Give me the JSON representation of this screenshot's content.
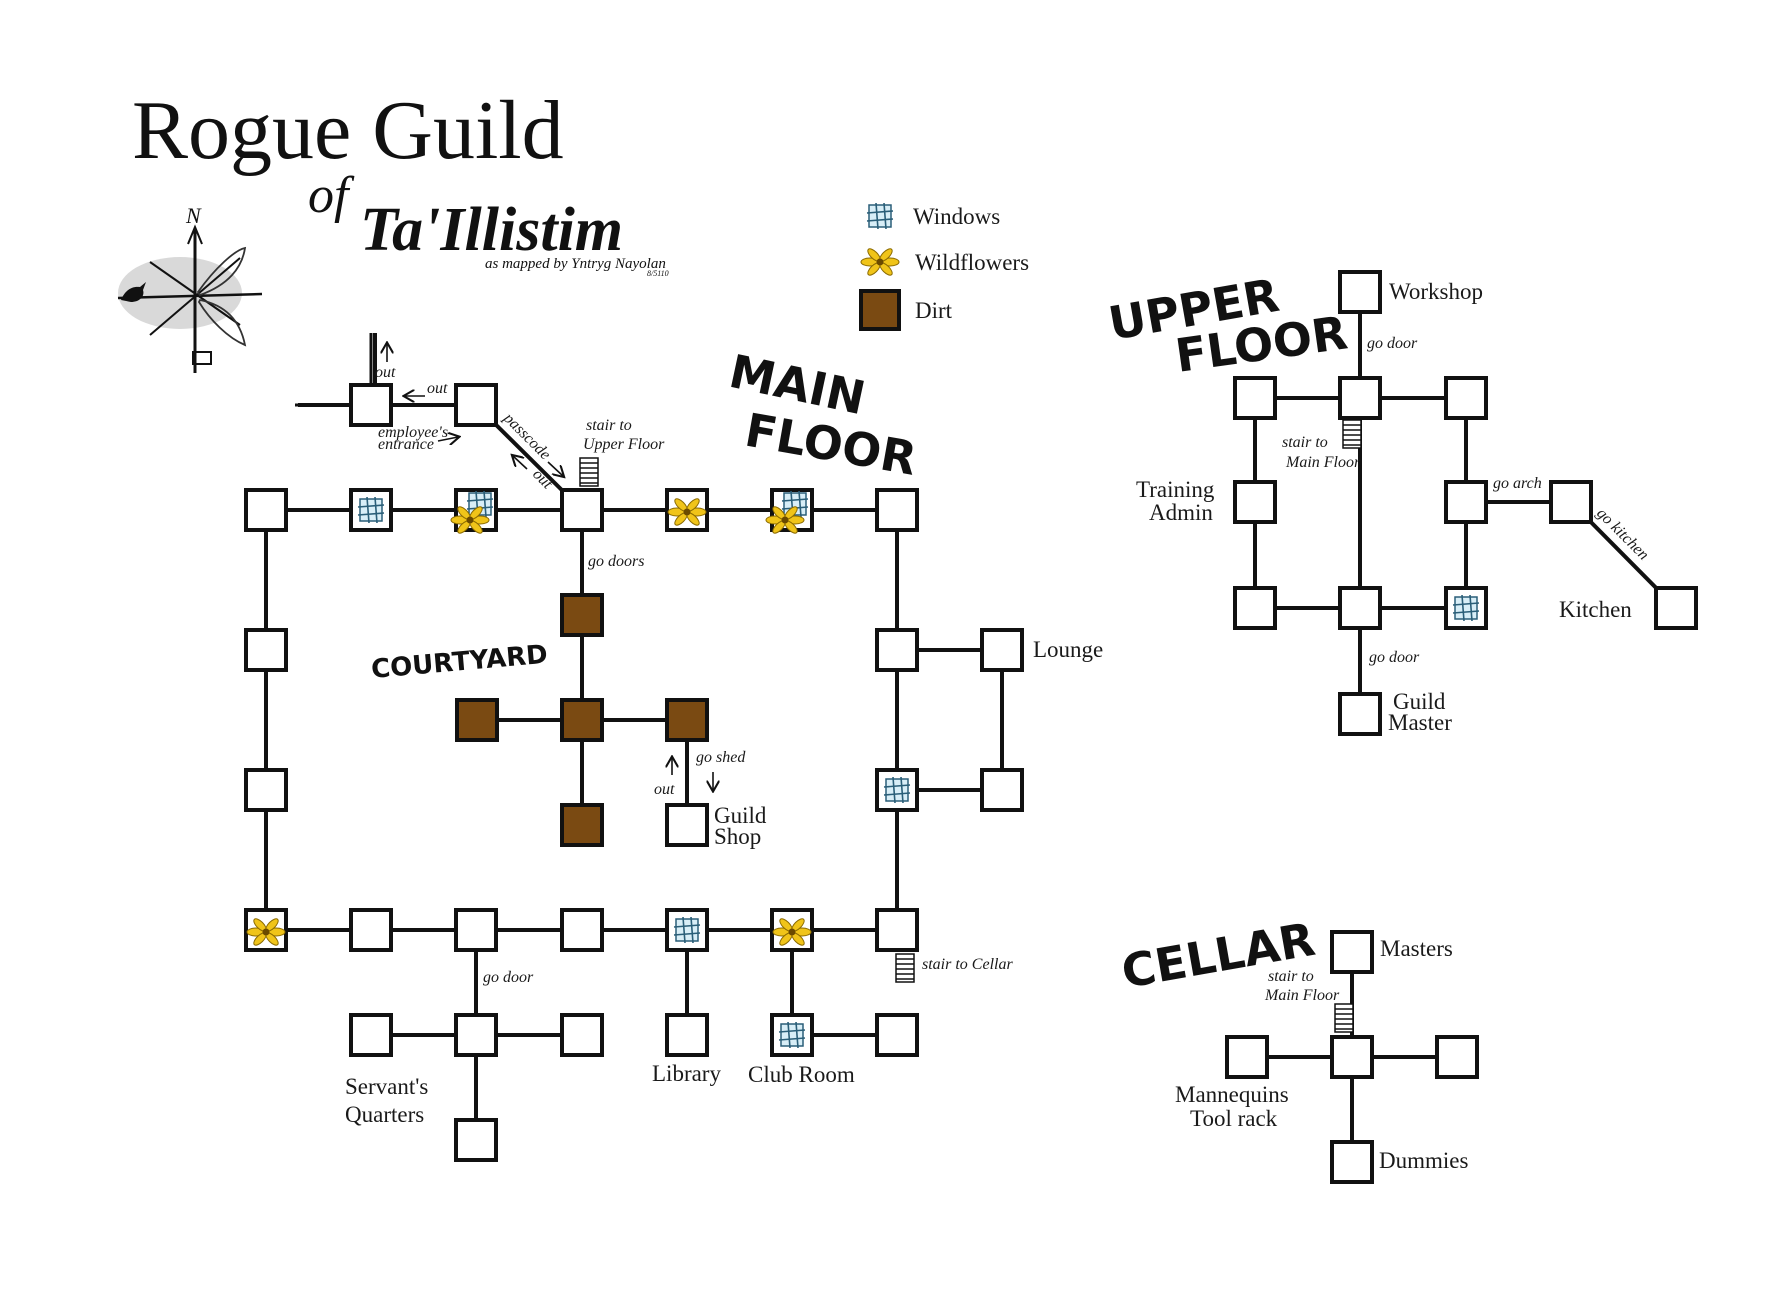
{
  "title": {
    "line1": "Rogue Guild",
    "of": "of",
    "line2": "Ta'Illistim",
    "credit": "as mapped by Yntryg Nayolan",
    "credit_date": "8/5110"
  },
  "compass": {
    "north": "N"
  },
  "legend": {
    "windows": "Windows",
    "wildflowers": "Wildflowers",
    "dirt": "Dirt"
  },
  "colors": {
    "dirt": "#7a4a12",
    "flower_petal": "#f0c419",
    "window_glass": "#d8eef7",
    "line": "#111111"
  },
  "areas": {
    "main_floor": [
      "MAIN",
      "FLOOR"
    ],
    "courtyard": "COURTYARD",
    "upper_floor": [
      "UPPER",
      "FLOOR"
    ],
    "cellar": "CELLAR"
  },
  "rooms": {
    "lounge": "Lounge",
    "guild_shop": [
      "Guild",
      "Shop"
    ],
    "servants_quarters": [
      "Servant's",
      "Quarters"
    ],
    "library": "Library",
    "club_room": "Club Room",
    "workshop": "Workshop",
    "training_admin": [
      "Training",
      "Admin"
    ],
    "kitchen": "Kitchen",
    "guild_master": [
      "Guild",
      "Master"
    ],
    "masters": "Masters",
    "mannequins_tool_rack": [
      "Mannequins",
      "Tool rack"
    ],
    "dummies": "Dummies"
  },
  "notes": {
    "out_up": "out",
    "out_left": "out",
    "employees_entrance": [
      "employee's",
      "entrance"
    ],
    "passcode": "passcode",
    "out_diag": "out",
    "stair_upper": [
      "stair to",
      "Upper Floor"
    ],
    "go_doors": "go doors",
    "go_shed": "go shed",
    "out_shed": "out",
    "go_door_servants": "go door",
    "stair_cellar": "stair to Cellar",
    "go_door_workshop": "go door",
    "stair_main_upper": [
      "stair to",
      "Main Floor"
    ],
    "go_arch": "go arch",
    "go_kitchen": "go kitchen",
    "go_door_master": "go door",
    "stair_main_cellar": [
      "stair to",
      "Main Floor"
    ]
  }
}
